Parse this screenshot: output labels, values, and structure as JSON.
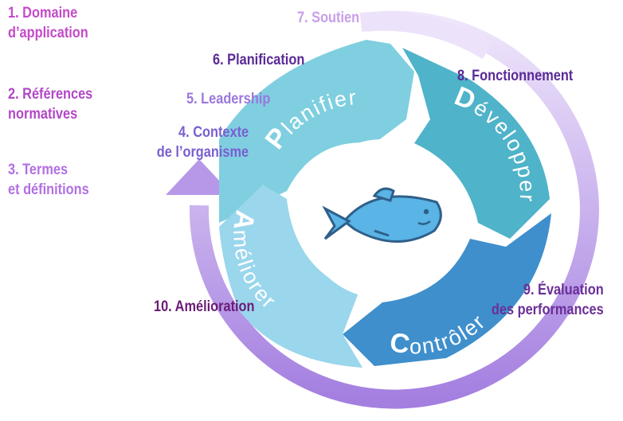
{
  "colors": {
    "clause_pink": "#c54ac8",
    "clause_violet": "#b26fe3",
    "clause_mauve": "#a07ad8",
    "clause_blue_violet": "#7a5fd0",
    "clause_dark_violet": "#5a2a96",
    "clause_deep_purple": "#6b1c78",
    "phase_planifier": "#7fcfe0",
    "phase_developper": "#4fb3c9",
    "phase_controler": "#3f8fcc",
    "phase_ameliorer": "#9ad6ec",
    "ring_lavender": "#e6d8f6",
    "ring_purple": "#b99ae7",
    "fish_blue": "#5ab4e6"
  },
  "clauses_left": [
    {
      "id": "c1",
      "lines": [
        "1. Domaine",
        "d’application"
      ]
    },
    {
      "id": "c2",
      "lines": [
        "2. Références",
        "normatives"
      ]
    },
    {
      "id": "c3",
      "lines": [
        "3. Termes",
        "et définitions"
      ]
    }
  ],
  "clauses_cycle": {
    "c4": [
      "4. Contexte",
      "de l’organisme"
    ],
    "c5": "5. Leadership",
    "c6": "6. Planification",
    "c7": "7. Soutien",
    "c8": "8. Fonctionnement",
    "c9": [
      "9. Évaluation",
      "des performances"
    ],
    "c10": "10. Amélioration"
  },
  "phases": [
    {
      "id": "planifier",
      "initial": "P",
      "rest": "lanifier"
    },
    {
      "id": "developper",
      "initial": "D",
      "rest": "évelopper"
    },
    {
      "id": "controler",
      "initial": "C",
      "rest": "ontrôler"
    },
    {
      "id": "ameliorer",
      "initial": "A",
      "rest": "méliorer"
    }
  ],
  "center_icon": "fish-mascot-icon",
  "ring_icon": "cycle-arrow-icon"
}
